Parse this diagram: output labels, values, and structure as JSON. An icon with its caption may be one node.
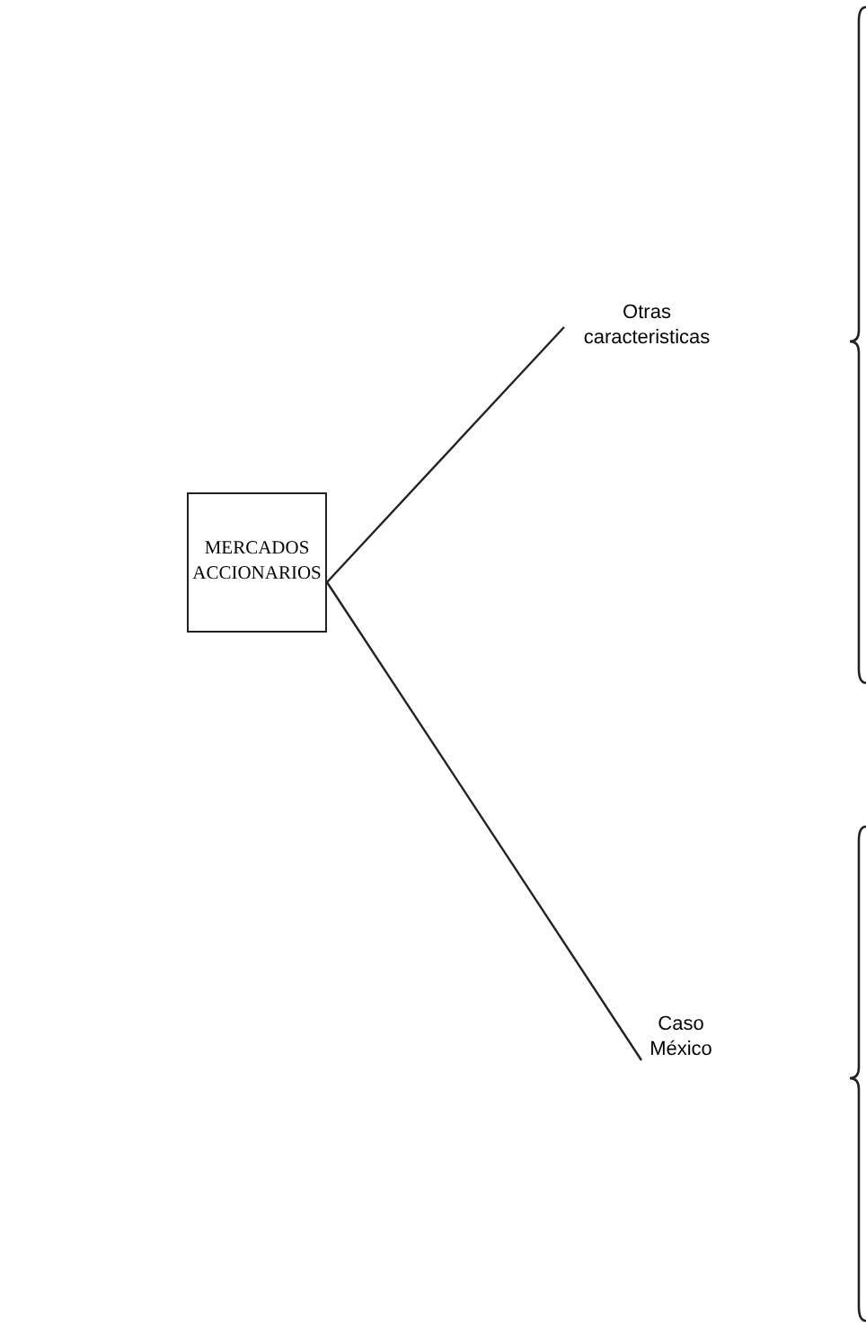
{
  "diagram": {
    "nodes": [
      {
        "text": [
          "MERCADOS ACCIONARIOS"
        ]
      },
      {
        "text": [
          "Otras caracteristicas"
        ]
      },
      {
        "text": [
          "Caso México"
        ]
      }
    ],
    "edges": [
      {
        "from": 0,
        "to": 1,
        "arrow": "none"
      },
      {
        "from": 0,
        "to": 2,
        "arrow": "none"
      }
    ]
  }
}
